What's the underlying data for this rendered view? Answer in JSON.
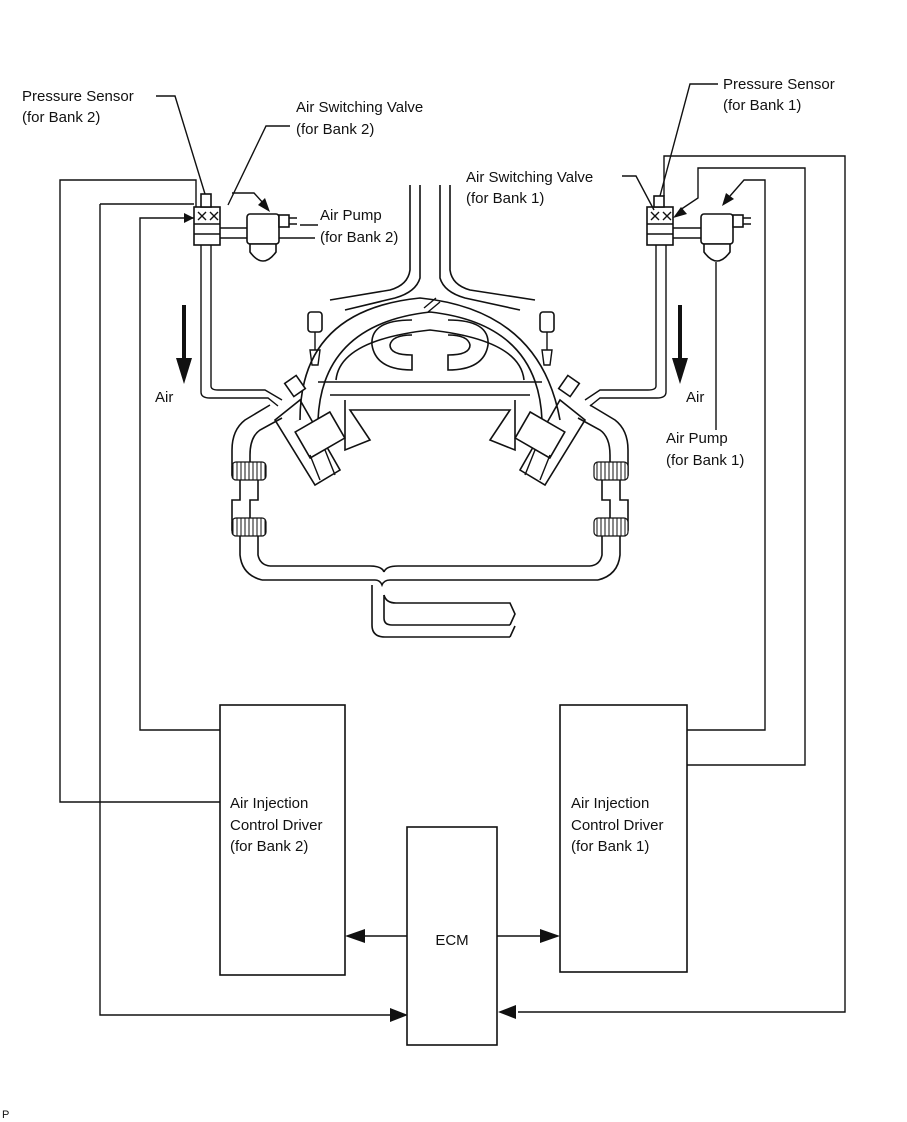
{
  "labels": {
    "pressure_sensor_bank2": [
      "Pressure Sensor",
      "(for Bank 2)"
    ],
    "air_switching_valve_bank2": [
      "Air Switching Valve",
      "(for Bank 2)"
    ],
    "air_pump_bank2": [
      "Air Pump",
      "(for Bank 2)"
    ],
    "pressure_sensor_bank1": [
      "Pressure Sensor",
      "(for Bank 1)"
    ],
    "air_switching_valve_bank1": [
      "Air Switching Valve",
      "(for Bank 1)"
    ],
    "air_pump_bank1": [
      "Air Pump",
      "(for Bank 1)"
    ],
    "air_left": "Air",
    "air_right": "Air",
    "driver_bank2": [
      "Air Injection",
      "Control Driver",
      "(for Bank 2)"
    ],
    "driver_bank1": [
      "Air Injection",
      "Control Driver",
      "(for Bank 1)"
    ],
    "ecm": "ECM",
    "corner_mark": "P"
  }
}
